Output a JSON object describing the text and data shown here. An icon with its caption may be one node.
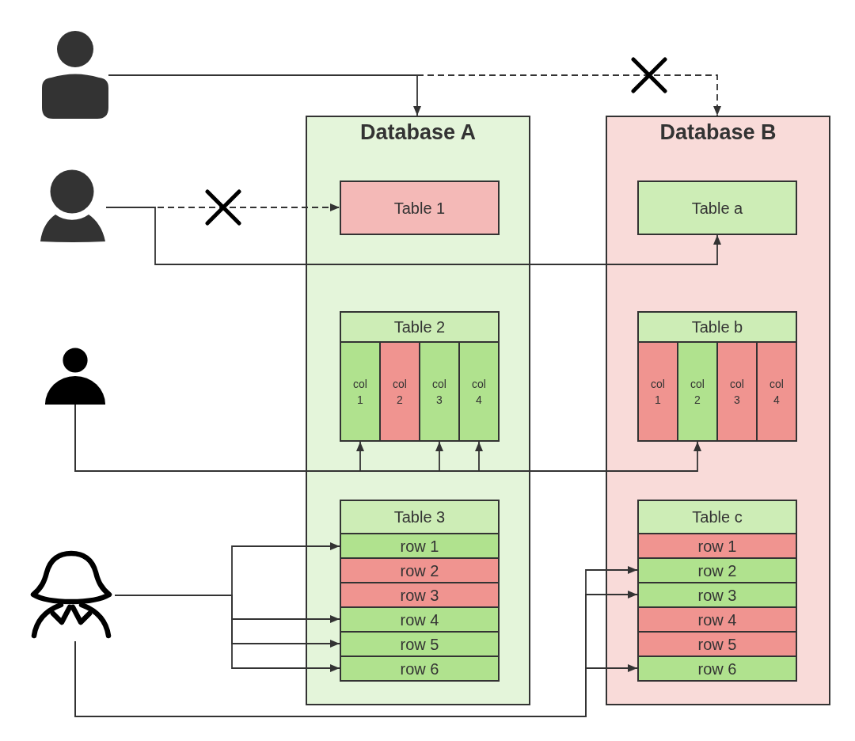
{
  "diagram": {
    "nodes": [
      {
        "text": [],
        "shape": "person"
      },
      {
        "text": [],
        "shape": "person"
      },
      {
        "text": [],
        "shape": "person"
      },
      {
        "text": [],
        "shape": "person"
      },
      {
        "text": [
          "Database A"
        ]
      },
      {
        "text": [
          "Table 1"
        ],
        "in": 4
      },
      {
        "text": [
          "Table 2"
        ],
        "in": 4
      },
      {
        "text": [
          "col 1"
        ],
        "in": 6
      },
      {
        "text": [
          "col 2"
        ],
        "in": 6
      },
      {
        "text": [
          "col 3"
        ],
        "in": 6
      },
      {
        "text": [
          "col 4"
        ],
        "in": 6
      },
      {
        "text": [
          "Table 3"
        ],
        "in": 4
      },
      {
        "text": [
          "row 1"
        ],
        "in": 11
      },
      {
        "text": [
          "row 2"
        ],
        "in": 11
      },
      {
        "text": [
          "row 3"
        ],
        "in": 11
      },
      {
        "text": [
          "row 4"
        ],
        "in": 11
      },
      {
        "text": [
          "row 5"
        ],
        "in": 11
      },
      {
        "text": [
          "row 6"
        ],
        "in": 11
      },
      {
        "text": [
          "Database B"
        ]
      },
      {
        "text": [
          "Table a"
        ],
        "in": 18
      },
      {
        "text": [
          "Table b"
        ],
        "in": 18
      },
      {
        "text": [
          "col 1"
        ],
        "in": 20
      },
      {
        "text": [
          "col 2"
        ],
        "in": 20
      },
      {
        "text": [
          "col 3"
        ],
        "in": 20
      },
      {
        "text": [
          "col 4"
        ],
        "in": 20
      },
      {
        "text": [
          "Table c"
        ],
        "in": 18
      },
      {
        "text": [
          "row 1"
        ],
        "in": 25
      },
      {
        "text": [
          "row 2"
        ],
        "in": 25
      },
      {
        "text": [
          "row 3"
        ],
        "in": 25
      },
      {
        "text": [
          "row 4"
        ],
        "in": 25
      },
      {
        "text": [
          "row 5"
        ],
        "in": 25
      },
      {
        "text": [
          "row 6"
        ],
        "in": 25
      }
    ],
    "edges": [
      {
        "from": 0,
        "to": 4,
        "arrow": "to"
      },
      {
        "from": 0,
        "to": 18,
        "arrow": "to",
        "style": "dashed"
      },
      {
        "from": 1,
        "to": 5,
        "arrow": "to",
        "style": "dashed"
      },
      {
        "from": 1,
        "to": 19,
        "arrow": "to"
      },
      {
        "from": 2,
        "to": 7,
        "arrow": "to"
      },
      {
        "from": 2,
        "to": 9,
        "arrow": "to"
      },
      {
        "from": 2,
        "to": 10,
        "arrow": "to"
      },
      {
        "from": 2,
        "to": 22,
        "arrow": "to"
      },
      {
        "from": 3,
        "to": 12,
        "arrow": "to"
      },
      {
        "from": 3,
        "to": 15,
        "arrow": "to"
      },
      {
        "from": 3,
        "to": 16,
        "arrow": "to"
      },
      {
        "from": 3,
        "to": 17,
        "arrow": "to"
      },
      {
        "from": 3,
        "to": 27,
        "arrow": "to"
      },
      {
        "from": 3,
        "to": 28,
        "arrow": "to"
      },
      {
        "from": 3,
        "to": 31,
        "arrow": "to"
      }
    ]
  }
}
